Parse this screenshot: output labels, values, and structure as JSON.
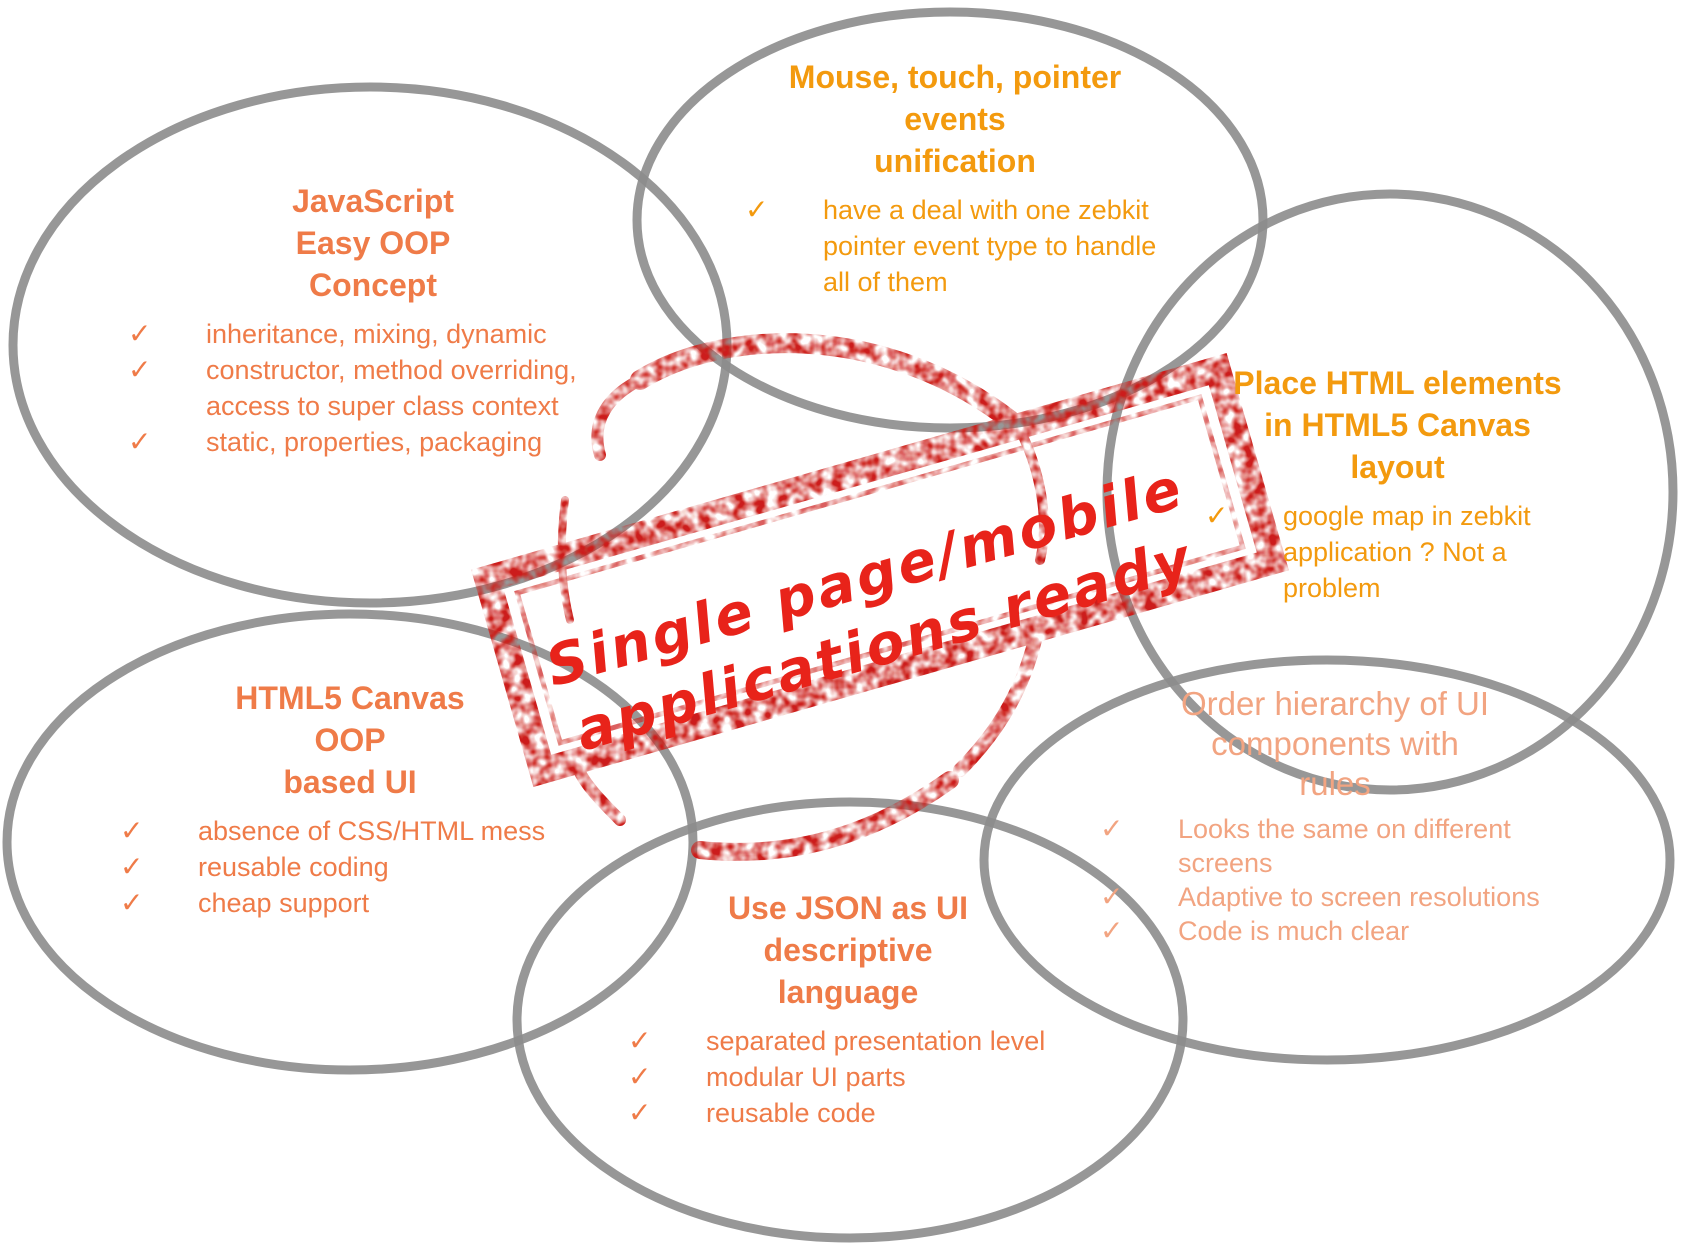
{
  "colors": {
    "orange": "#f39a0e",
    "coral": "#ef7b48",
    "light_coral": "#f2a481",
    "stamp_red": "#cc1f1a",
    "stamp_text": "#e8231a",
    "ellipse_stroke": "#8c8c8c"
  },
  "stamp": {
    "line1": "Single page/mobile",
    "line2": "applications ready"
  },
  "bubbles": {
    "oop": {
      "title": [
        "JavaScript",
        "Easy OOP",
        "Concept"
      ],
      "items": [
        "inheritance, mixing, dynamic",
        "constructor, method overriding, access to super class context",
        "static, properties, packaging"
      ]
    },
    "events": {
      "title": [
        "Mouse, touch, pointer",
        "events",
        "unification"
      ],
      "items": [
        "have a deal with one zebkit pointer event type to handle all of them"
      ]
    },
    "html_elements": {
      "title": [
        "Place HTML elements",
        "in HTML5 Canvas",
        "layout"
      ],
      "items": [
        "google map in zebkit application ? Not a problem"
      ]
    },
    "canvas_ui": {
      "title": [
        "HTML5 Canvas",
        "OOP",
        "based UI"
      ],
      "items": [
        "absence of CSS/HTML mess",
        "reusable coding",
        "cheap support"
      ]
    },
    "json": {
      "title": [
        "Use JSON as UI",
        "descriptive",
        "language"
      ],
      "items": [
        "separated presentation level",
        "modular UI parts",
        "reusable code"
      ]
    },
    "hierarchy": {
      "title": [
        "Order hierarchy of UI",
        "components with",
        "rules"
      ],
      "items": [
        "Looks the same on different screens",
        "Adaptive to screen resolutions",
        "Code is much clear"
      ]
    }
  },
  "check_symbol": "✓"
}
